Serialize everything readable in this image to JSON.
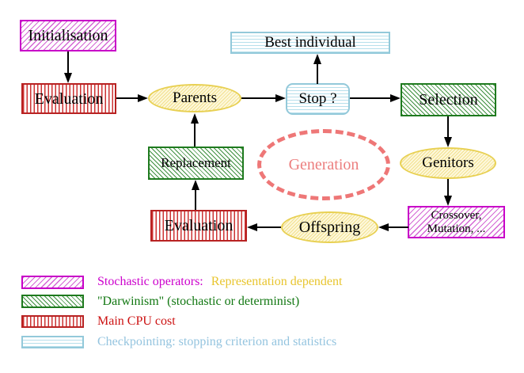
{
  "diagram": {
    "nodes": {
      "initialisation": {
        "label": "Initialisation"
      },
      "evaluation_top": {
        "label": "Evaluation"
      },
      "parents": {
        "label": "Parents"
      },
      "best_individual": {
        "label": "Best individual"
      },
      "stop": {
        "label": "Stop ?"
      },
      "selection": {
        "label": "Selection"
      },
      "replacement": {
        "label": "Replacement"
      },
      "generation": {
        "label": "Generation"
      },
      "genitors": {
        "label": "Genitors"
      },
      "evaluation_bottom": {
        "label": "Evaluation"
      },
      "offspring": {
        "label": "Offspring"
      },
      "crossover_mutation": {
        "line1": "Crossover,",
        "line2": "Mutation, ..."
      }
    },
    "colors": {
      "stochastic_magenta": "#cc00cc",
      "darwinism_green": "#1e7a1e",
      "cpu_red": "#bb2222",
      "checkpoint_cyan": "#99ccdd",
      "operand_yellow": "#e8d052",
      "generation_salmon": "#ee7777",
      "representation_gold": "#e8c52e"
    }
  },
  "legend": {
    "rows": [
      {
        "label": "Stochastic operators:",
        "label2": "Representation dependent"
      },
      {
        "label": "\"Darwinism\" (stochastic or determinist)"
      },
      {
        "label": "Main CPU cost"
      },
      {
        "label": "Checkpointing: stopping criterion and statistics"
      }
    ]
  }
}
